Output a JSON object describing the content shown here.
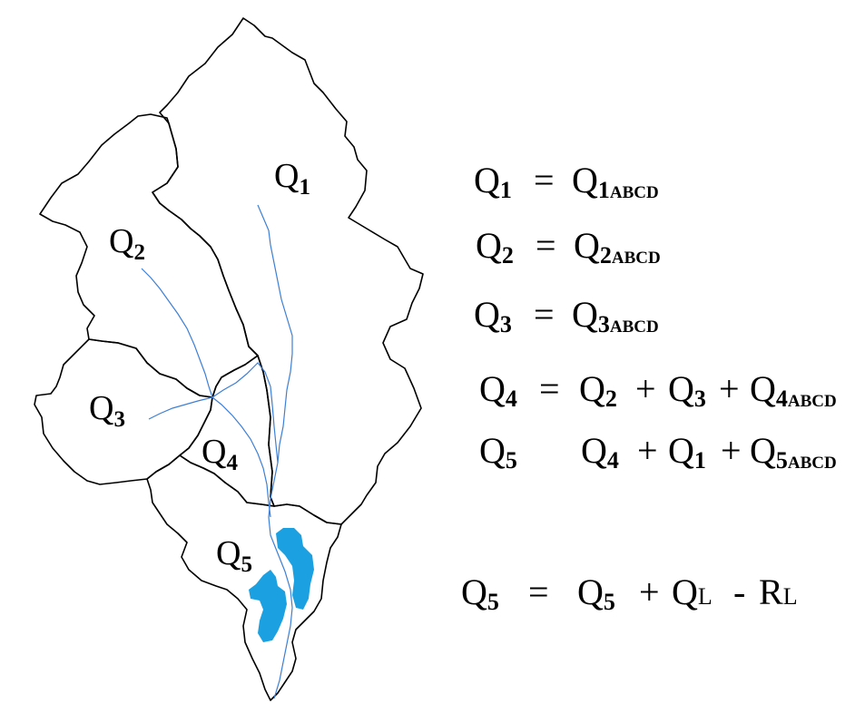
{
  "subbasins": [
    {
      "letter": "Q",
      "sub": "1"
    },
    {
      "letter": "Q",
      "sub": "2"
    },
    {
      "letter": "Q",
      "sub": "3"
    },
    {
      "letter": "Q",
      "sub": "4"
    },
    {
      "letter": "Q",
      "sub": "5"
    }
  ],
  "equations": {
    "eq1": {
      "lhs_q": "Q",
      "lhs_sub": "1",
      "op": "=",
      "t1_q": "Q",
      "t1_sub": "1",
      "t1_abcd": "ABCD"
    },
    "eq2": {
      "lhs_q": "Q",
      "lhs_sub": "2",
      "op": "=",
      "t1_q": "Q",
      "t1_sub": "2",
      "t1_abcd": "ABCD"
    },
    "eq3": {
      "lhs_q": "Q",
      "lhs_sub": "3",
      "op": "=",
      "t1_q": "Q",
      "t1_sub": "3",
      "t1_abcd": "ABCD"
    },
    "eq4": {
      "lhs_q": "Q",
      "lhs_sub": "4",
      "op": "=",
      "t1_q": "Q",
      "t1_sub": "2",
      "plus1": "+",
      "t2_q": "Q",
      "t2_sub": "3",
      "plus2": "+",
      "t3_q": "Q",
      "t3_sub": "4",
      "t3_abcd": "ABCD"
    },
    "eq5": {
      "lhs_q": "Q",
      "lhs_sub": "5",
      "t1_q": "Q",
      "t1_sub": "4",
      "plus1": "+",
      "t2_q": "Q",
      "t2_sub": "1",
      "plus2": "+",
      "t3_q": "Q",
      "t3_sub": "5",
      "t3_abcd": "ABCD"
    },
    "eq6": {
      "lhs_q": "Q",
      "lhs_sub": "5",
      "op": "=",
      "t1_q": "Q",
      "t1_sub": "5",
      "plus1": "+",
      "t2_q": "Q",
      "t2_sub": "L",
      "minus": "-",
      "t3_q": "R",
      "t3_sub": "L"
    }
  },
  "colors": {
    "boundary": "#000000",
    "river": "#3d7fd6",
    "lake": "#1ba1e2"
  }
}
